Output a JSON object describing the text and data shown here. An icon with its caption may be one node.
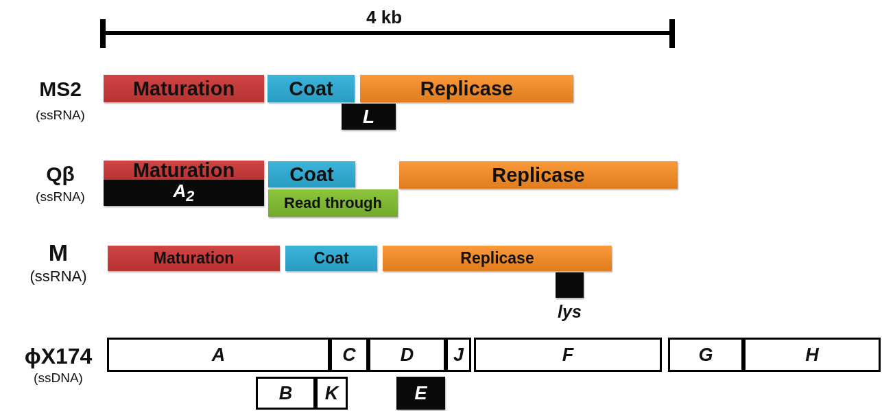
{
  "diagram": {
    "nodes": [
      {
        "text": [
          "Maturation"
        ]
      },
      {
        "text": [
          "Coat"
        ]
      },
      {
        "text": [
          "Replicase"
        ]
      },
      {
        "text": [
          "L"
        ]
      },
      {
        "text": [
          "Maturation"
        ]
      },
      {
        "text": [
          "A$_{2}$"
        ]
      },
      {
        "text": [
          "Coat"
        ]
      },
      {
        "text": [
          "Read through"
        ]
      },
      {
        "text": [
          "Replicase"
        ]
      },
      {
        "text": [
          "Maturation"
        ]
      },
      {
        "text": [
          "Coat"
        ]
      },
      {
        "text": [
          "Replicase"
        ]
      },
      {
        "text": [],
        "shape": "box",
        "beside": [
          "lys"
        ]
      },
      {
        "text": [
          "A"
        ]
      },
      {
        "text": [
          "C"
        ]
      },
      {
        "text": [
          "D"
        ]
      },
      {
        "text": [
          "J"
        ]
      },
      {
        "text": [
          "F"
        ]
      },
      {
        "text": [
          "G"
        ]
      },
      {
        "text": [
          "H"
        ]
      },
      {
        "text": [
          "B"
        ]
      },
      {
        "text": [
          "K"
        ]
      },
      {
        "text": [
          "E"
        ]
      }
    ],
    "labels": [
      "4 kb",
      "MS2",
      "(ssRNA)",
      "Qβ",
      "(ssRNA)",
      "M",
      "(ssRNA)",
      "ϕX174",
      "(ssDNA)"
    ]
  }
}
